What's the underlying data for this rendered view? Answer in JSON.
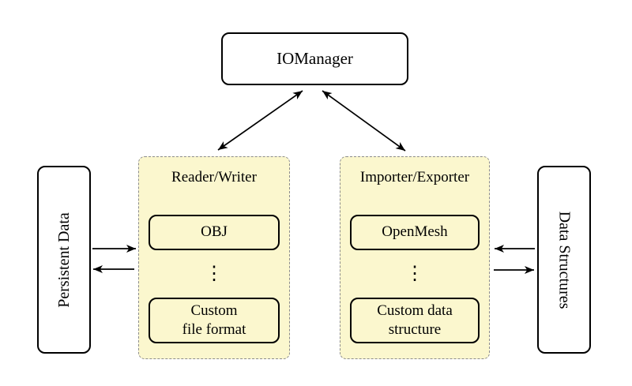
{
  "colors": {
    "background": "#FFFFFF",
    "panel_fill": "#FBF7CE",
    "panel_border": "#8C8C8C",
    "box_border": "#000000",
    "arrow": "#000000"
  },
  "iomanager": {
    "label": "IOManager"
  },
  "left_panel": {
    "title": "Reader/Writer",
    "item_top": "OBJ",
    "dots": "⋮",
    "item_bottom": "Custom\nfile format"
  },
  "right_panel": {
    "title": "Importer/Exporter",
    "item_top": "OpenMesh",
    "dots": "⋮",
    "item_bottom": "Custom data\nstructure"
  },
  "left_side": {
    "label": "Persistent Data"
  },
  "right_side": {
    "label": "Data Structures"
  }
}
